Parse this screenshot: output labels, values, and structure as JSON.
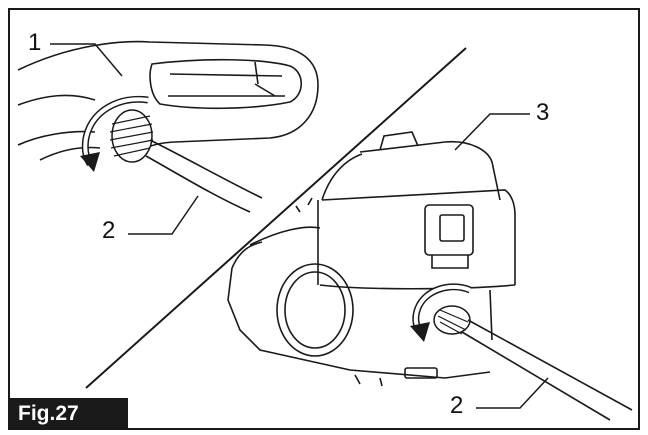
{
  "figure": {
    "label": "Fig.27",
    "callouts": {
      "top_left": "1",
      "top_right": "3",
      "left_hose": "2",
      "right_hose": "2"
    }
  }
}
